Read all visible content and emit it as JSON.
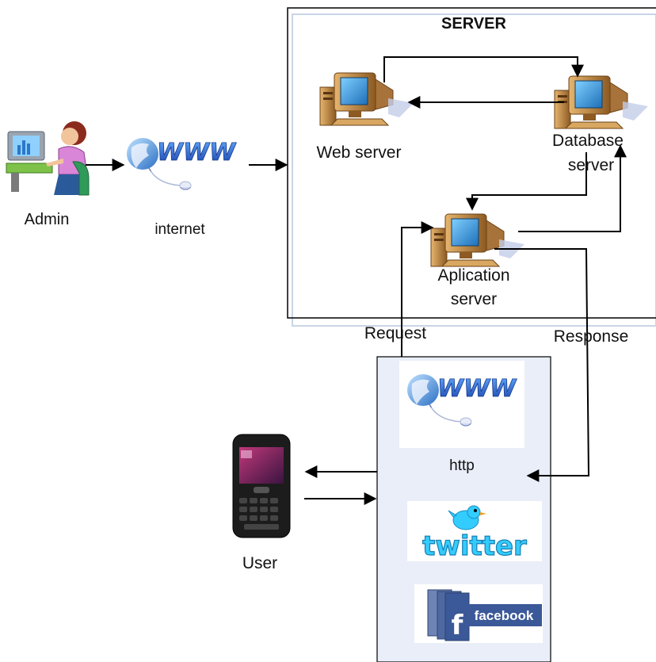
{
  "server_box": {
    "title": "SERVER"
  },
  "nodes": {
    "admin": {
      "label": "Admin",
      "icon": "woman-at-computer-icon"
    },
    "internet": {
      "label": "internet",
      "icon": "www-globe-icon"
    },
    "web_server": {
      "label": "Web server",
      "icon": "desktop-computer-icon"
    },
    "database_server": {
      "label_line1": "Database",
      "label_line2": "server",
      "icon": "desktop-computer-icon"
    },
    "application_server": {
      "label_line1": "Aplication",
      "label_line2": "server",
      "icon": "desktop-computer-icon"
    },
    "user": {
      "label": "User",
      "icon": "smartphone-icon"
    },
    "http": {
      "label": "http",
      "icon": "www-globe-icon"
    },
    "twitter": {
      "logo_text": "twitter",
      "icon": "twitter-bird-icon"
    },
    "facebook": {
      "logo_text": "facebook",
      "icon": "facebook-logo-icon"
    }
  },
  "edge_labels": {
    "request": "Request",
    "response": "Response"
  },
  "colors": {
    "line": "#000000",
    "client_panel": "#e9eef8",
    "server_box_shadow": "#c9d4e6",
    "monitor_screen": "#2f8fd6",
    "case_body": "#c98f45",
    "www_blue": "#2f6fd0",
    "twitter_blue": "#33ccff",
    "facebook_blue": "#3b5998"
  }
}
